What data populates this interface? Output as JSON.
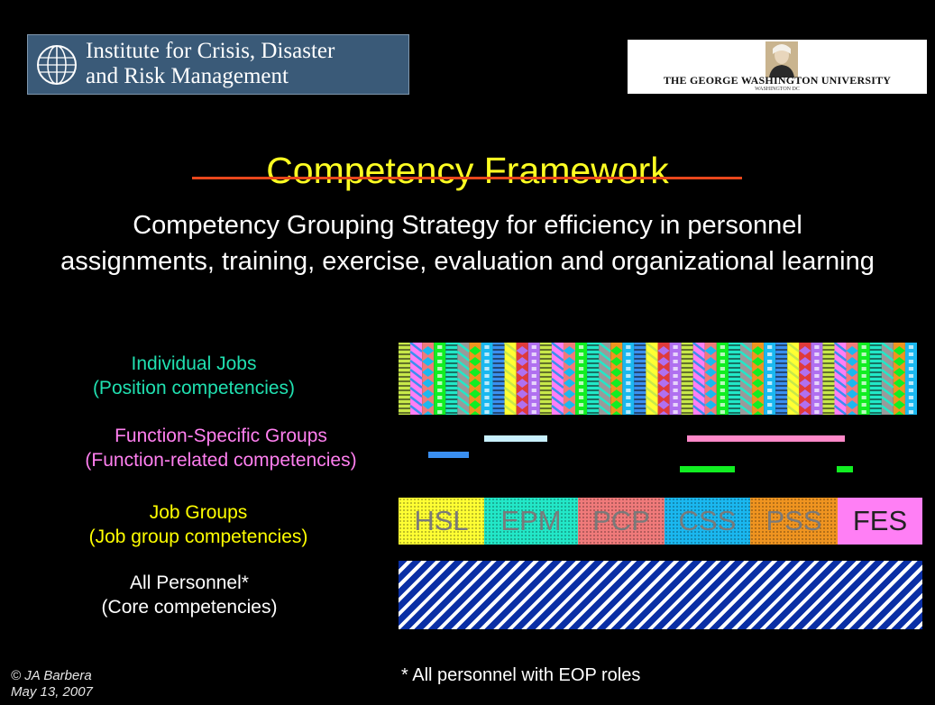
{
  "header": {
    "institute_line1": "Institute for Crisis, Disaster",
    "institute_line2": "and Risk Management",
    "university": "THE GEORGE WASHINGTON UNIVERSITY",
    "university_sub": "WASHINGTON DC"
  },
  "title": "Competency Framework",
  "subtitle": "Competency Grouping Strategy for efficiency in personnel assignments, training, exercise, evaluation and organizational learning",
  "levels": {
    "jobs": {
      "line1": "Individual Jobs",
      "line2": "(Position competencies)"
    },
    "function": {
      "line1": "Function-Specific Groups",
      "line2": "(Function-related competencies)"
    },
    "groups": {
      "line1": "Job Groups",
      "line2": "(Job group competencies)"
    },
    "all": {
      "line1": "All Personnel*",
      "line2": "(Core competencies)"
    }
  },
  "job_groups": [
    {
      "label": "HSL",
      "color": "#ffff33"
    },
    {
      "label": "EPM",
      "color": "#22e8c8"
    },
    {
      "label": "PCP",
      "color": "#f07a7a"
    },
    {
      "label": "CSS",
      "color": "#1ab8f0"
    },
    {
      "label": "PSS",
      "color": "#f09420"
    },
    {
      "label": "FES",
      "color": "#ff7ff5"
    }
  ],
  "function_bar_colors": [
    "#3a8ff0",
    "#c8f0ff",
    "#ff88c8",
    "#11ee22"
  ],
  "job_strip_colors": [
    "#c8e84a",
    "#1ab8f0",
    "#f07a7a",
    "#ffff33",
    "#22e8c8",
    "#b070f0",
    "#f09420",
    "#ff7ff5",
    "#3a8ff0",
    "#11ee22",
    "#e03a3a",
    "#9a9a9a"
  ],
  "footnote": "* All personnel with EOP roles",
  "copyright": {
    "line1": "© JA Barbera",
    "line2": "May 13, 2007"
  }
}
